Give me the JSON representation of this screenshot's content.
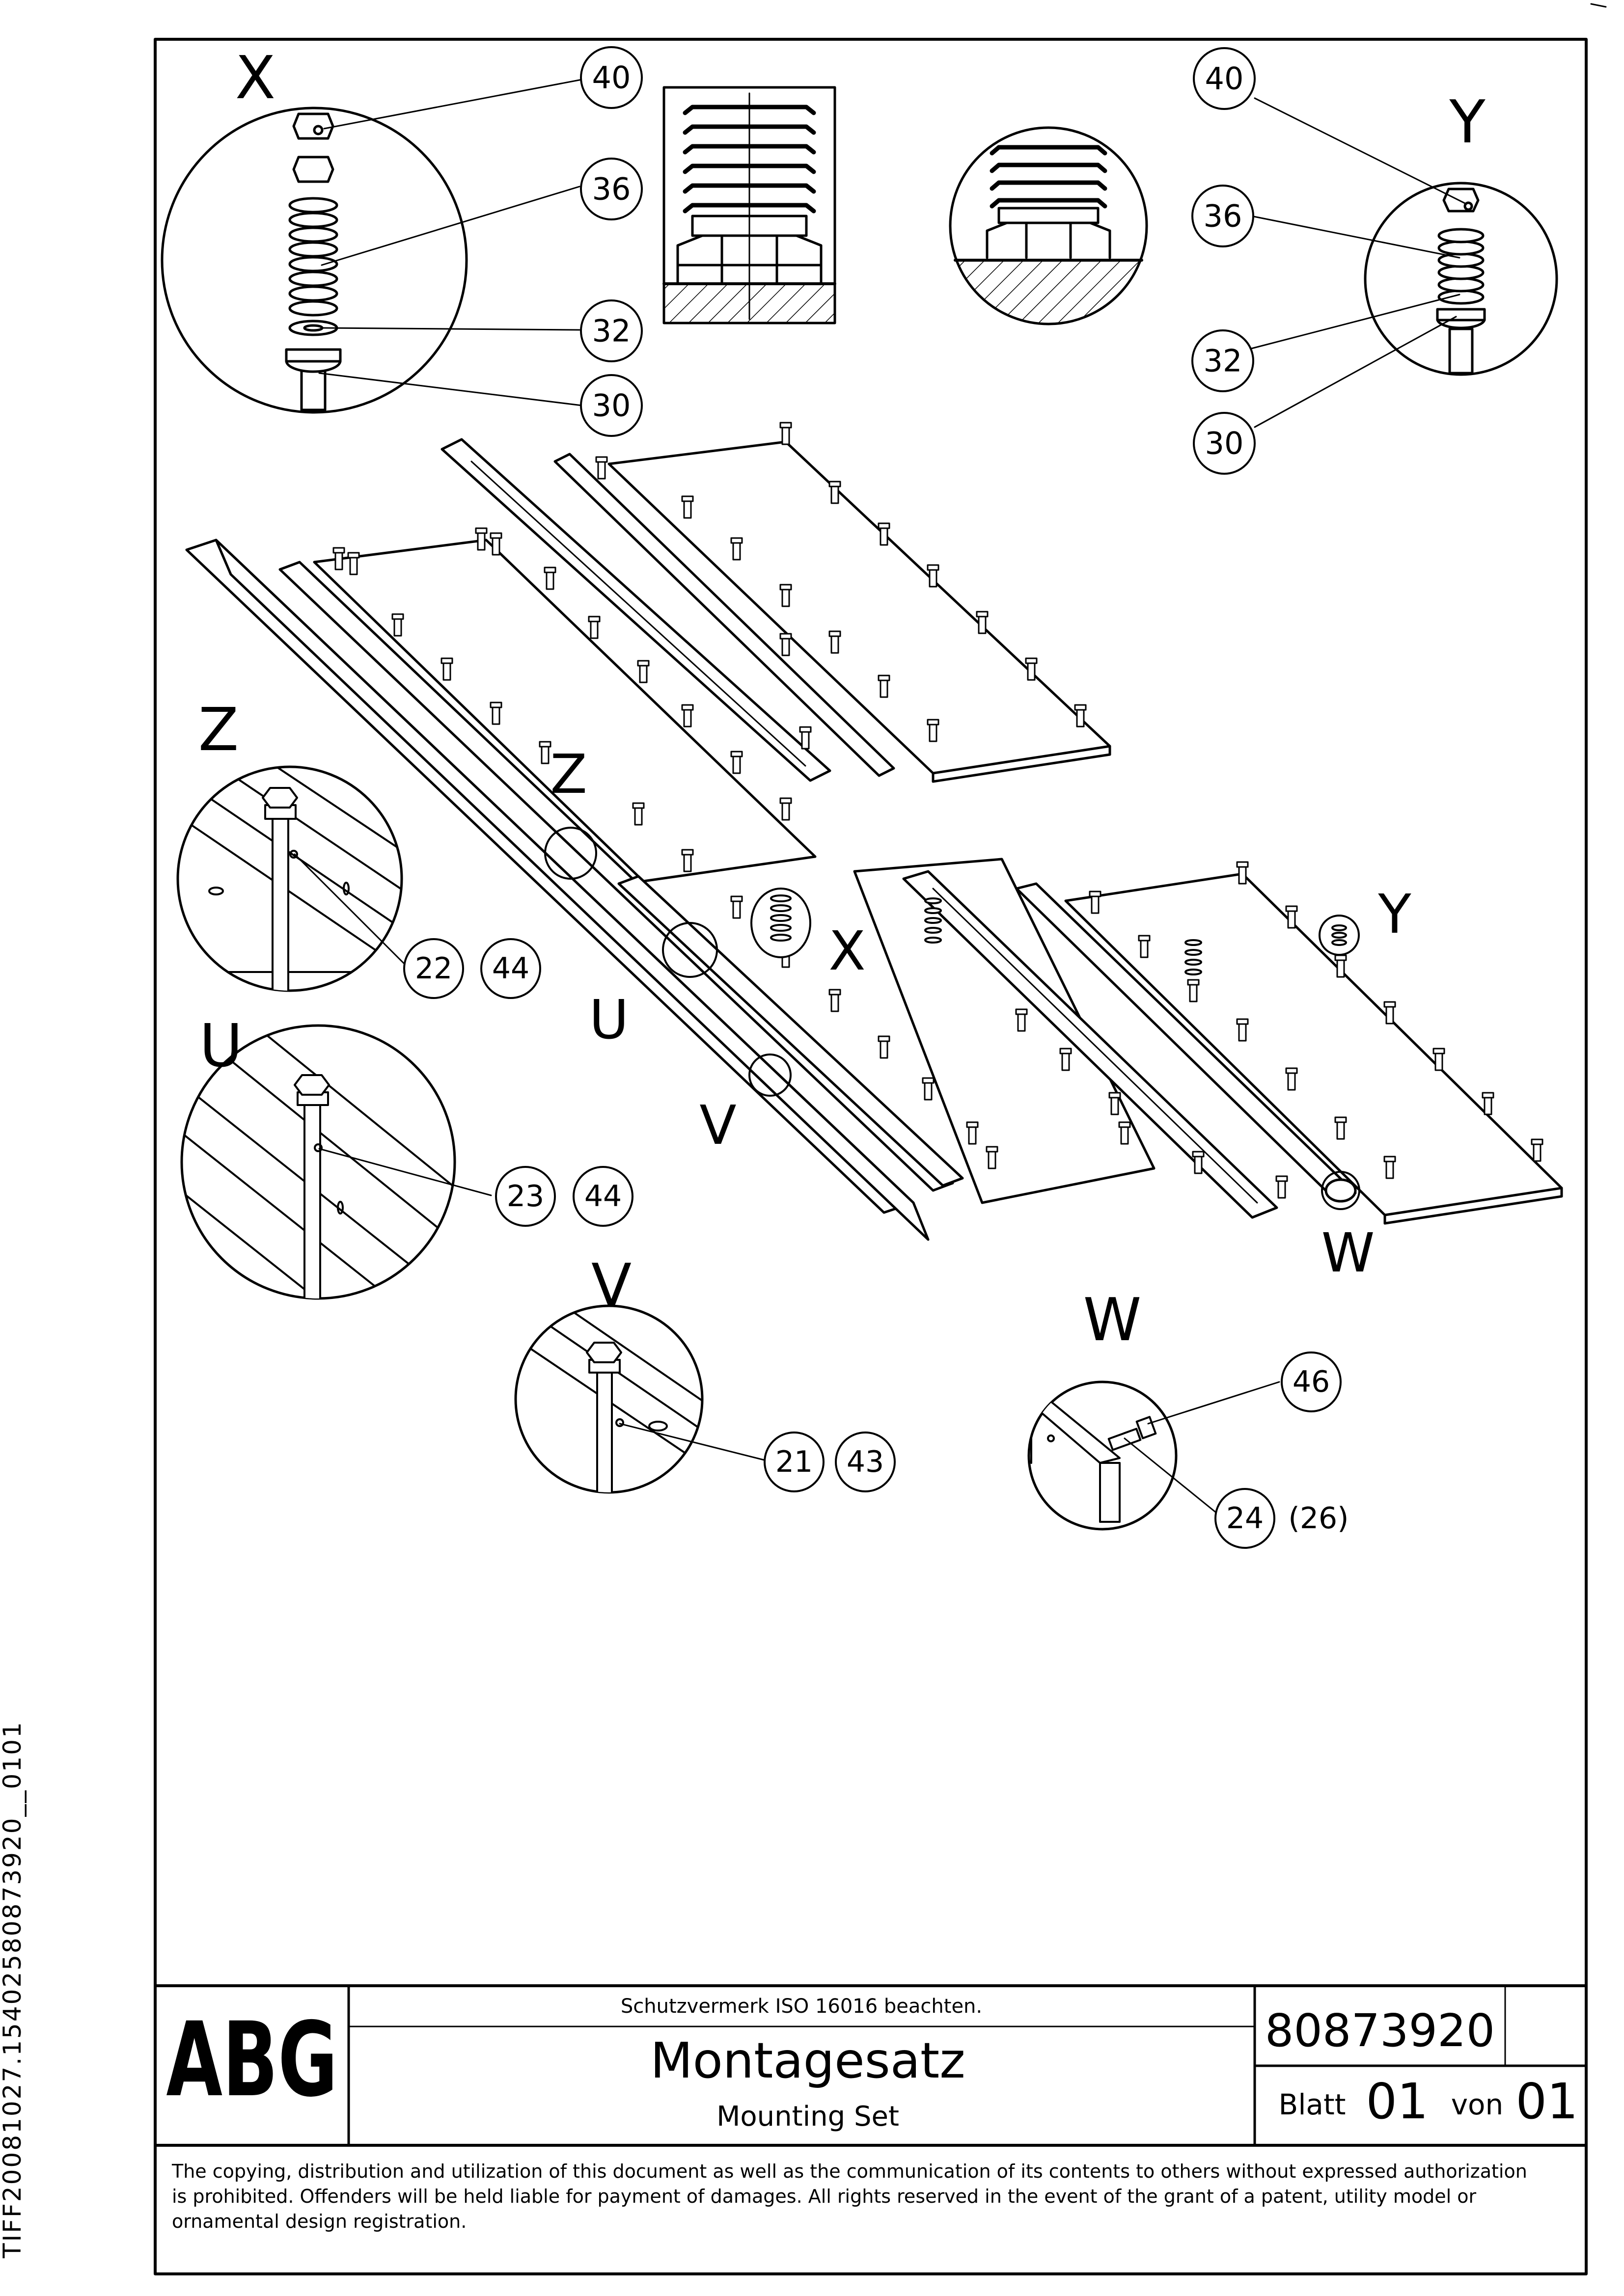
{
  "side_code": "TIFF20081027.15402580873920__0101",
  "detail_labels": {
    "x": "X",
    "y": "Y",
    "z": "Z",
    "u": "U",
    "v": "V",
    "w": "W"
  },
  "item_numbers": {
    "x_40": "40",
    "x_36": "36",
    "x_32": "32",
    "x_30": "30",
    "y_40": "40",
    "y_36": "36",
    "y_32": "32",
    "y_30": "30",
    "z_22": "22",
    "z_44": "44",
    "u_23": "23",
    "u_44": "44",
    "v_21": "21",
    "v_43": "43",
    "w_46": "46",
    "w_24": "24",
    "w_26": "(26)"
  },
  "title_block": {
    "logo": "ABG",
    "protection_note": "Schutzvermerk ISO 16016 beachten.",
    "title_de": "Montagesatz",
    "title_en": "Mounting Set",
    "drawing_number": "80873920",
    "sheet_label": "Blatt",
    "sheet_number": "01",
    "of_label": "von",
    "sheet_total": "01"
  },
  "copyright": {
    "line1": "The copying, distribution and utilization of this document as well as the communication of its contents to others without expressed authorization",
    "line2": "is prohibited. Offenders will be held liable for payment of damages. All rights reserved in the event of the grant of a patent, utility model or",
    "line3": "ornamental design registration."
  }
}
